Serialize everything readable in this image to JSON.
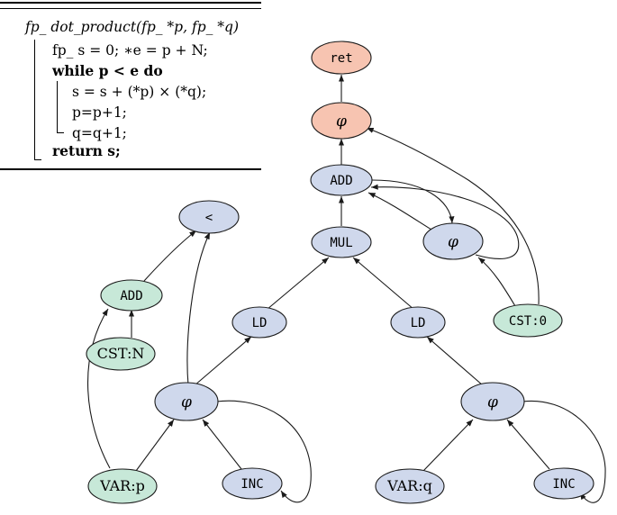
{
  "algorithm": {
    "header": "fp_ dot_product(fp_ *p, fp_ *q)",
    "lines": [
      "fp_ s = 0; ∗e = p + N;",
      "while p < e do",
      "s = s + (*p) × (*q);",
      "p=p+1;",
      "q=q+1;",
      "return s;"
    ]
  },
  "colors": {
    "blue_fill": "#cfd8ec",
    "green_fill": "#c7e8d8",
    "red_fill": "#f7c4b1",
    "stroke": "#1a1a1a"
  },
  "nodes": {
    "ret": {
      "label": "ret",
      "color": "red"
    },
    "phi_top": {
      "label": "φ",
      "color": "red"
    },
    "add_top": {
      "label": "ADD",
      "color": "blue"
    },
    "phi_r": {
      "label": "φ",
      "color": "blue"
    },
    "mul": {
      "label": "MUL",
      "color": "blue"
    },
    "cst0": {
      "label": "CST:0",
      "color": "green"
    },
    "lt": {
      "label": "<",
      "color": "blue"
    },
    "add_l": {
      "label": "ADD",
      "color": "green"
    },
    "cstn": {
      "label": "CST:",
      "var": "N",
      "color": "green"
    },
    "ld_l": {
      "label": "LD",
      "color": "blue"
    },
    "ld_r": {
      "label": "LD",
      "color": "blue"
    },
    "phi_l": {
      "label": "φ",
      "color": "blue"
    },
    "phi_q": {
      "label": "φ",
      "color": "blue"
    },
    "varp": {
      "label": "VAR:",
      "var": "p",
      "color": "green"
    },
    "inc_l": {
      "label": "INC",
      "color": "blue"
    },
    "varq": {
      "label": "VAR:",
      "var": "q",
      "color": "blue"
    },
    "inc_r": {
      "label": "INC",
      "color": "blue"
    }
  }
}
